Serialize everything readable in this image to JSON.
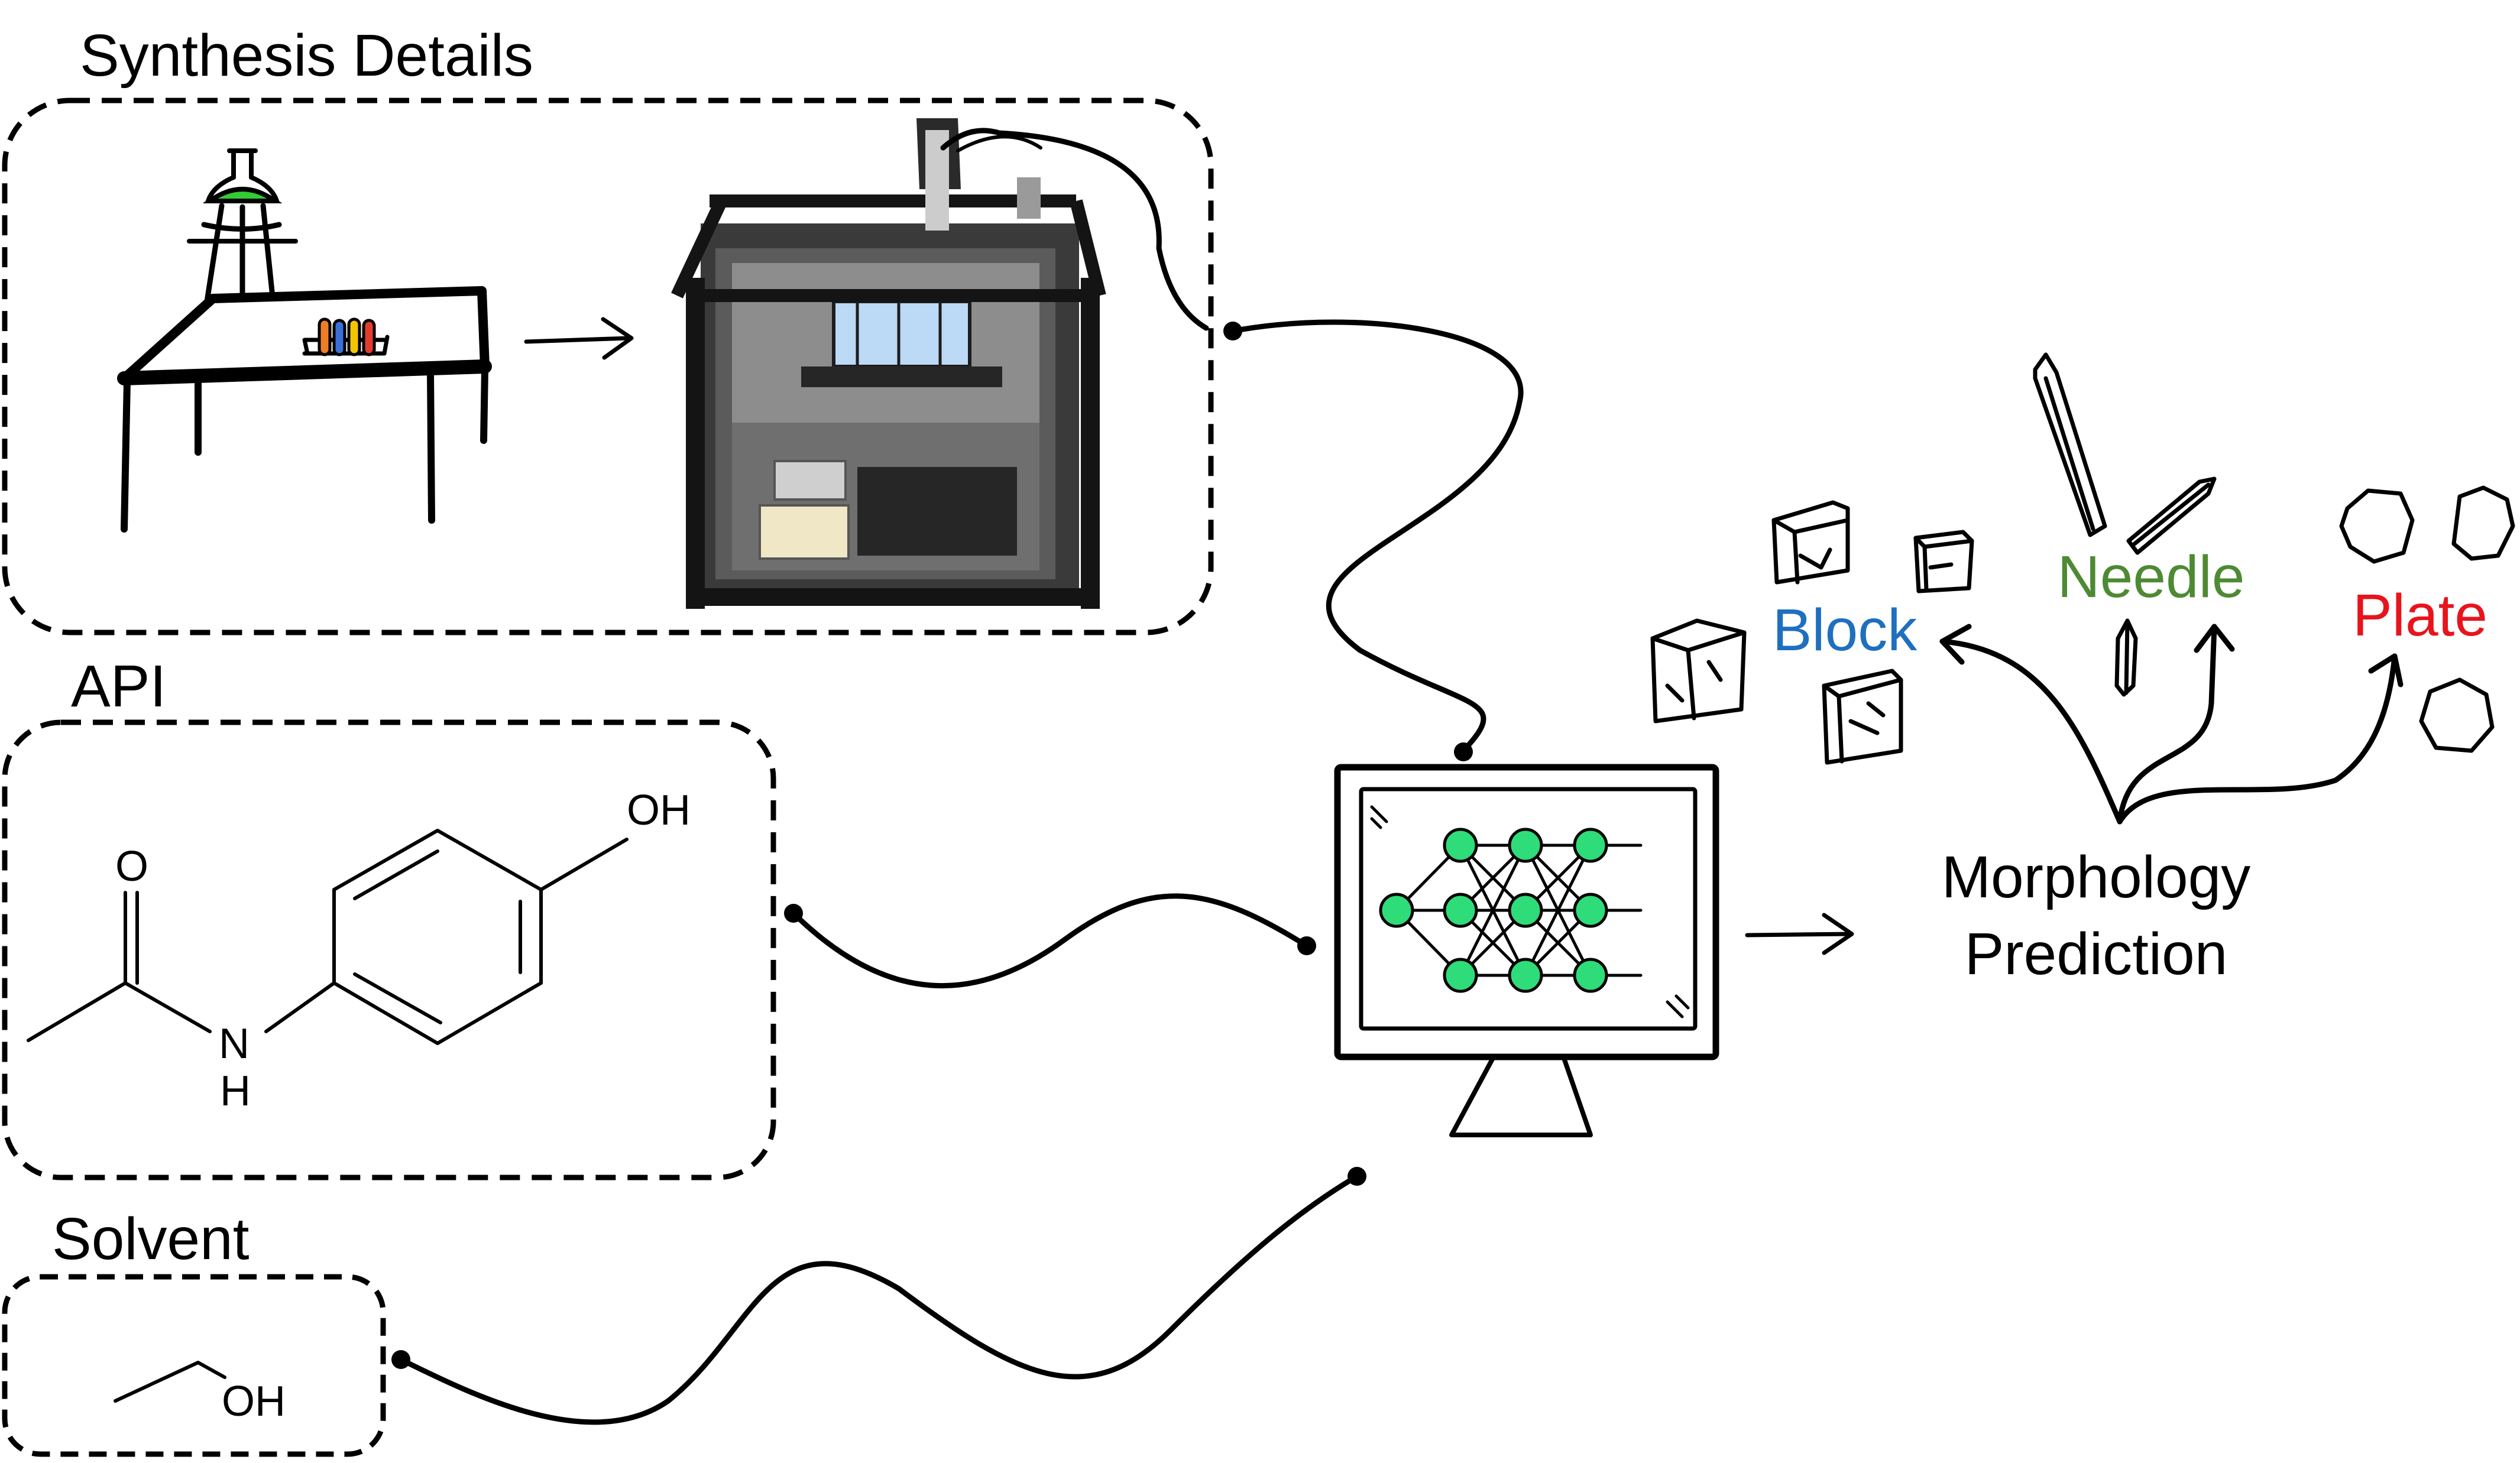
{
  "panels": {
    "synthesis": {
      "title": "Synthesis Details"
    },
    "api": {
      "title": "API",
      "atoms": {
        "hydroxyl": "OH",
        "carbonyl_oxygen": "O",
        "amine_n": "N",
        "amine_h": "H"
      }
    },
    "solvent": {
      "title": "Solvent",
      "atoms": {
        "hydroxyl": "OH"
      }
    }
  },
  "output": {
    "title_line1": "Morphology",
    "title_line2": "Prediction",
    "classes": [
      {
        "label": "Block",
        "color": "#1f6fbf"
      },
      {
        "label": "Needle",
        "color": "#4e8a34"
      },
      {
        "label": "Plate",
        "color": "#e8141c"
      }
    ]
  },
  "colors": {
    "neuron": "#2fdc7a",
    "flask_liquid": "#33cc33",
    "test_tubes": [
      "#ef7d28",
      "#3b6fd8",
      "#f2c500",
      "#e43b2f"
    ]
  },
  "icons": [
    "flask-icon",
    "lab-table-icon",
    "test-tube-rack-icon",
    "lab-robot-photo",
    "monitor-icon",
    "neural-network-icon",
    "crystal-icon"
  ]
}
